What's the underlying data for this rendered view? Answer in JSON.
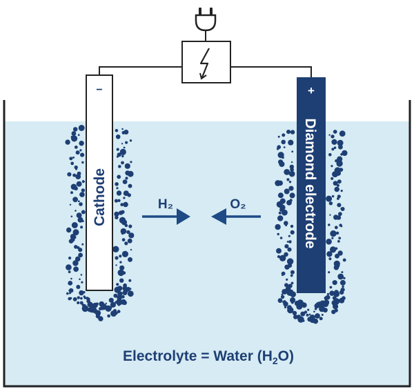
{
  "diagram": {
    "cathode": {
      "label": "Cathode",
      "sign": "−"
    },
    "anode": {
      "label": "Diamond electrode",
      "sign": "+"
    },
    "h2_arrow": {
      "label": "H₂"
    },
    "o2_arrow": {
      "label": "O₂"
    },
    "electrolyte": {
      "label_prefix": "Electrolyte = Water (H",
      "label_sub": "2",
      "label_suffix": "O)"
    },
    "power_source": {
      "icon": "lightning-bolt-icon"
    },
    "plug": {
      "icon": "power-plug-icon"
    }
  },
  "colors": {
    "navy": "#1e3f74",
    "water": "#d6ebf3",
    "arrow": "#1e4a86",
    "text": "#1e3f74",
    "outline": "#222222"
  }
}
